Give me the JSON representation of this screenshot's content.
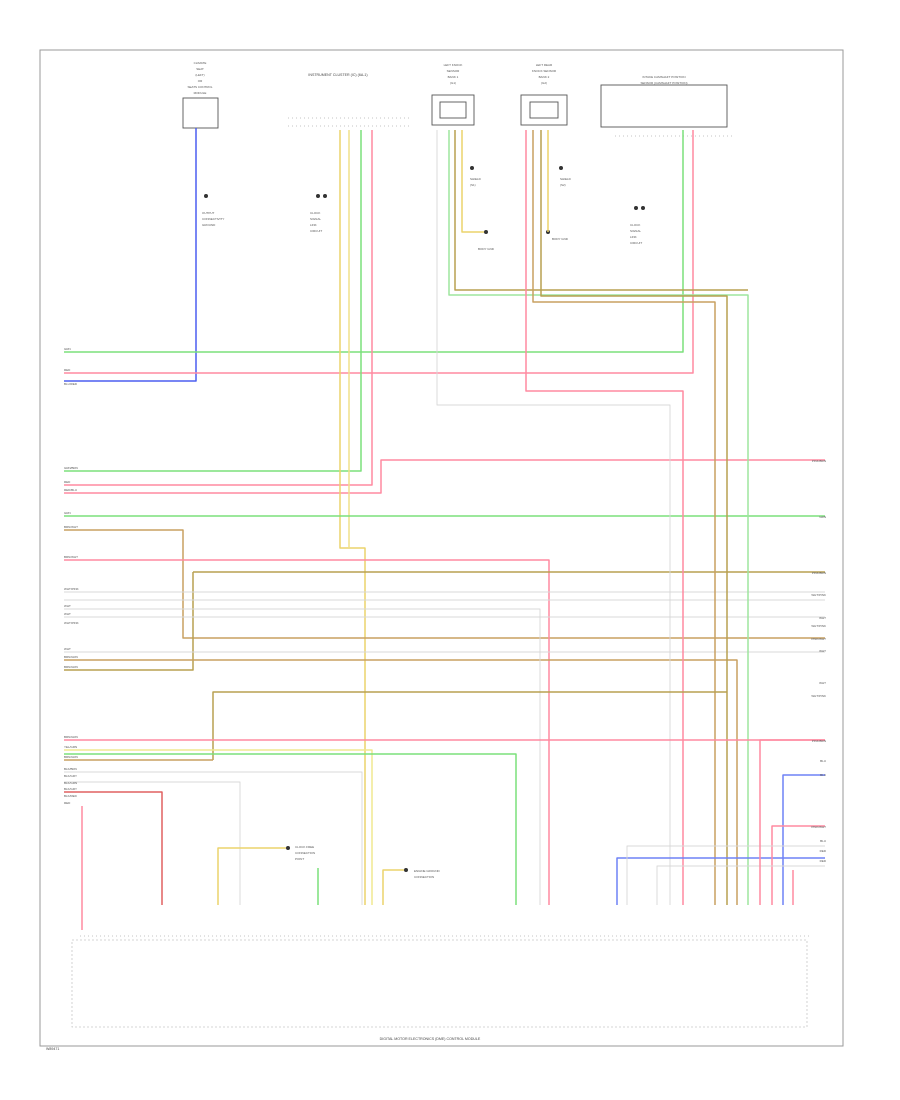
{
  "diagram": {
    "page_label": "W89471",
    "ecm_label": "DIGITAL MOTOR ELECTRONICS (DME) CONTROL MODULE",
    "components": {
      "cooler_fan": {
        "label_lines": [
          "CLIMATE",
          "SEAT",
          "(LEFT)",
          "OR",
          "SEATS CONTROL",
          "MODULE"
        ]
      },
      "instrument_cluster": {
        "label": "INSTRUMENT CLUSTER (IC) (6A-1)"
      },
      "left_knock_sensor": {
        "label_lines": [
          "LEFT KNOCK",
          "SENSOR",
          "BANK 1",
          "(G1)"
        ]
      },
      "right_knock_sensor": {
        "label_lines": [
          "LEFT REAR",
          "KNOCK SENSOR",
          "BANK 2",
          "(G2)"
        ]
      },
      "intake_camshaft": {
        "label_lines": [
          "INTAKE CAMSHAFT POSITION",
          "SENSOR (CAMSHAFT POSITION)"
        ]
      }
    },
    "notes": {
      "left_note": [
        "OUTPUT",
        "CONNECTIVITY",
        "GROUND"
      ],
      "mid_note": [
        "CLOCK",
        "SIGNAL",
        "LINK",
        "CIRCUIT"
      ],
      "right_note": [
        "CLOCK",
        "SIGNAL",
        "LINK",
        "CIRCUIT"
      ],
      "knock1_shield": [
        "SHIELD",
        "(S1)"
      ],
      "knock2_shield": [
        "SHIELD",
        "(S2)"
      ],
      "ground_a": "BODY GND",
      "ground_b": "BODY GND",
      "bottom_left_note": [
        "CLOCK FREE",
        "CONNECTION",
        "POINT"
      ],
      "bottom_right_note": [
        "ENGINE GROUND",
        "CONNECTION"
      ]
    },
    "left_labels": {
      "g1": [
        "GRN",
        "RED",
        "BLU/RED"
      ],
      "g2": [
        "GRN/BRN",
        "RED",
        "RED/BLU"
      ],
      "g3": [
        "GRN",
        "BRN/WHT",
        "",
        "BRN/WHT"
      ],
      "g4": [
        "WHT/PINK",
        "WHT",
        "WHT",
        "WHT/PINK"
      ],
      "g5": [
        "WHT",
        "BRN/GRN",
        "BRN/GRN"
      ],
      "g6": [
        "BRN/GRN",
        "YEL/GRN",
        "BRN/GRN",
        "BLK/BRN",
        "BLK/GRY",
        "BLK/GRN",
        "BLK/GRY",
        "BLK/RED",
        "RED"
      ]
    },
    "right_labels": {
      "r1": "PINK/BRN",
      "r2": "GRN",
      "r3": [
        "PINK/BRN",
        "WHT/PINK",
        "WHT",
        "WHT/PINK",
        "PINK/WHT",
        "WHT"
      ],
      "r4": [
        "WHT",
        "WHT/PINK"
      ],
      "r5": "PINK/BRN",
      "r6": [
        "BLU",
        "BLU"
      ],
      "r7": [
        "PINK/WHT",
        "BLU",
        "RED",
        "RED"
      ]
    }
  }
}
